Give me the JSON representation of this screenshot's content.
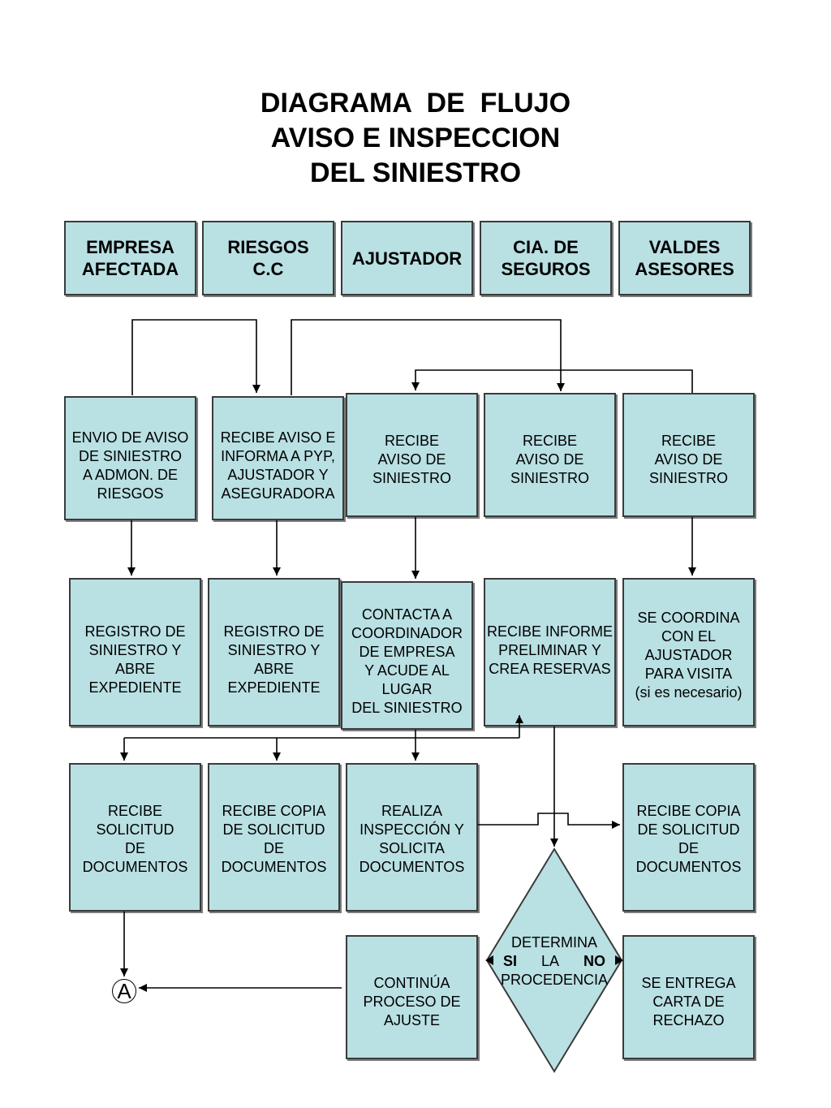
{
  "title": {
    "line1": "DIAGRAMA  DE  FLUJO",
    "line2": "AVISO E INSPECCION",
    "line3": "DEL SINIESTRO"
  },
  "headers": {
    "empresa": "EMPRESA\nAFECTADA",
    "riesgos": "RIESGOS\nC.C",
    "ajustador": "AJUSTADOR",
    "cia": "CIA. DE\nSEGUROS",
    "valdes": "VALDES\nASESORES"
  },
  "row1": {
    "empresa": "ENVIO DE AVISO\nDE SINIESTRO\nA ADMON. DE\nRIESGOS",
    "riesgos": "RECIBE  AVISO E\nINFORMA A PYP,\nAJUSTADOR Y\nASEGURADORA",
    "ajustador": "RECIBE\nAVISO DE\nSINIESTRO",
    "cia": "RECIBE\nAVISO DE\nSINIESTRO",
    "valdes": "RECIBE\nAVISO DE\nSINIESTRO"
  },
  "row2": {
    "empresa": "REGISTRO DE\nSINIESTRO Y\nABRE\nEXPEDIENTE",
    "riesgos": "REGISTRO DE\nSINIESTRO Y\nABRE\nEXPEDIENTE",
    "ajustador": "CONTACTA A\nCOORDINADOR\nDE EMPRESA\nY ACUDE AL\nLUGAR\nDEL SINIESTRO",
    "cia": "RECIBE INFORME\nPRELIMINAR Y\nCREA RESERVAS",
    "valdes": "SE COORDINA\nCON EL\nAJUSTADOR\nPARA VISITA\n(si es necesario)"
  },
  "row3": {
    "empresa": "RECIBE\nSOLICITUD\nDE\nDOCUMENTOS",
    "riesgos": "RECIBE COPIA\nDE SOLICITUD\nDE\nDOCUMENTOS",
    "ajustador": "REALIZA\nINSPECCIÓN Y\nSOLICITA\nDOCUMENTOS",
    "valdes": "RECIBE COPIA\nDE SOLICITUD\nDE\nDOCUMENTOS"
  },
  "row4": {
    "ajustador": "CONTINÚA\nPROCESO DE\nAJUSTE",
    "valdes": "SE ENTREGA\nCARTA DE\nRECHAZO"
  },
  "decision": {
    "line1": "DETERMINA",
    "si": "SI",
    "la": "LA",
    "no": "NO",
    "line3": "PROCEDENCIA"
  },
  "connector_label": "A"
}
